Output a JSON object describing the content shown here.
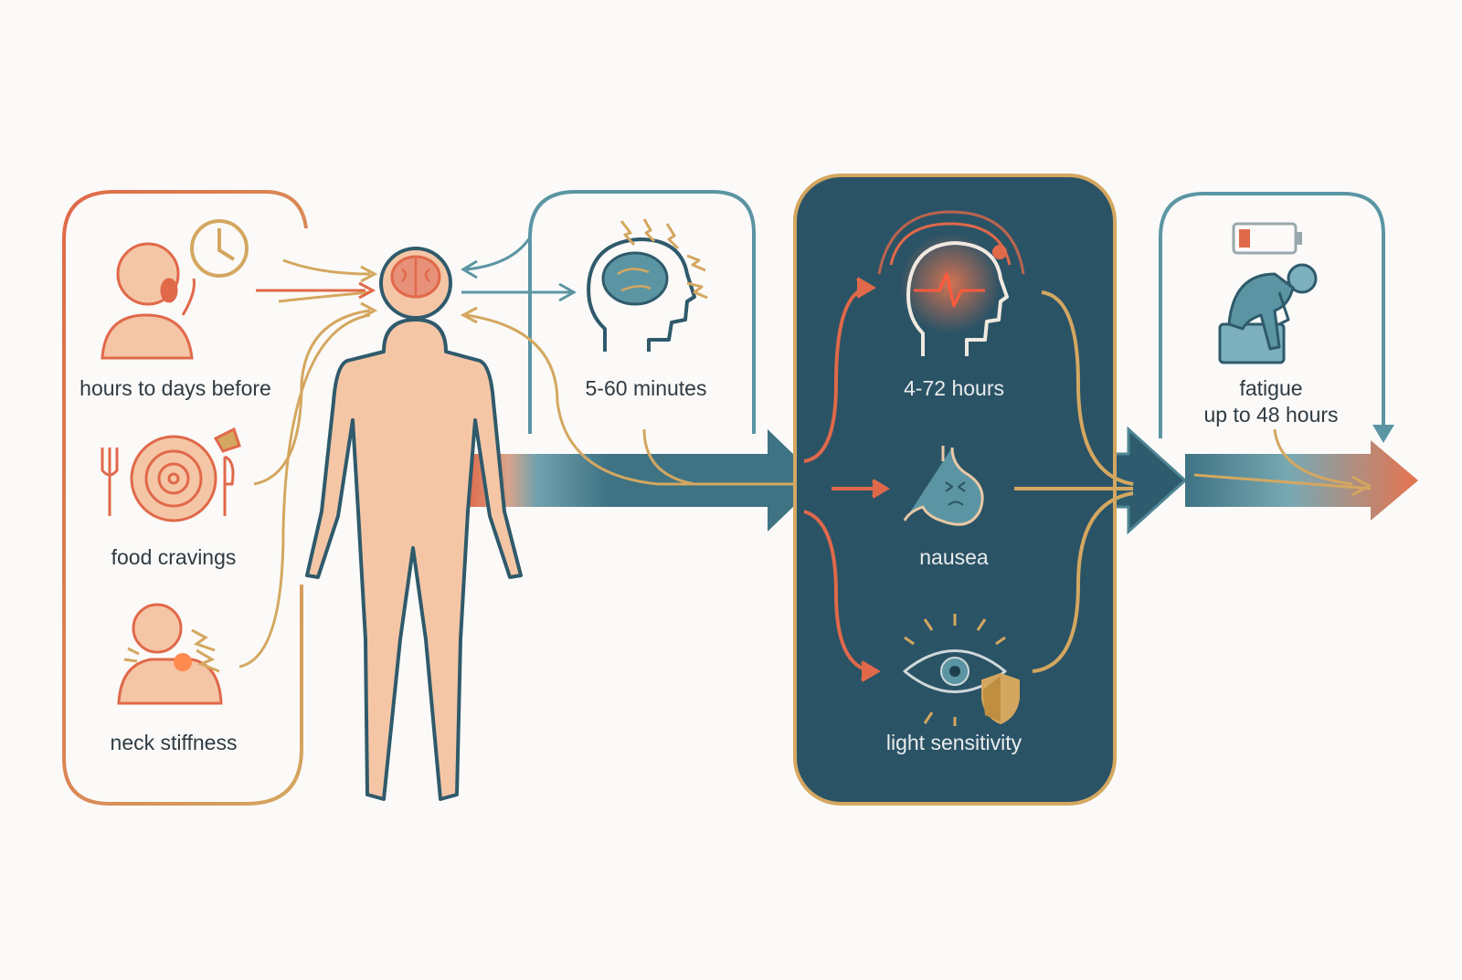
{
  "colors": {
    "background": "#fbfaf8",
    "orange": "#e0694a",
    "gold": "#d4a760",
    "teal": "#5b95a3",
    "navy": "#2b5366",
    "skin": "#f5c6a6",
    "outline": "#2f5a6b"
  },
  "stages": [
    {
      "id": "prodrome",
      "symptoms": [
        {
          "label": "hours to days before",
          "icon": "yawning-person-icon"
        },
        {
          "label": "food cravings",
          "icon": "plate-and-cutlery-icon"
        },
        {
          "label": "neck stiffness",
          "icon": "neck-pain-icon"
        }
      ],
      "extra_icons": [
        "clock-icon"
      ]
    },
    {
      "id": "aura",
      "symptoms": [
        {
          "label": "5-60 minutes",
          "icon": "head-with-brain-icon"
        }
      ]
    },
    {
      "id": "attack",
      "symptoms": [
        {
          "label": "4-72 hours",
          "icon": "head-pain-icon"
        },
        {
          "label": "nausea",
          "icon": "stomach-icon"
        },
        {
          "label": "light sensitivity",
          "icon": "eye-shield-icon"
        }
      ]
    },
    {
      "id": "postdrome",
      "symptoms": [
        {
          "label": "fatigue",
          "icon": "tired-person-icon"
        },
        {
          "label": "up to 48 hours",
          "icon": "low-battery-icon"
        }
      ]
    }
  ],
  "center_figure": {
    "icon": "human-body-with-brain-icon"
  }
}
